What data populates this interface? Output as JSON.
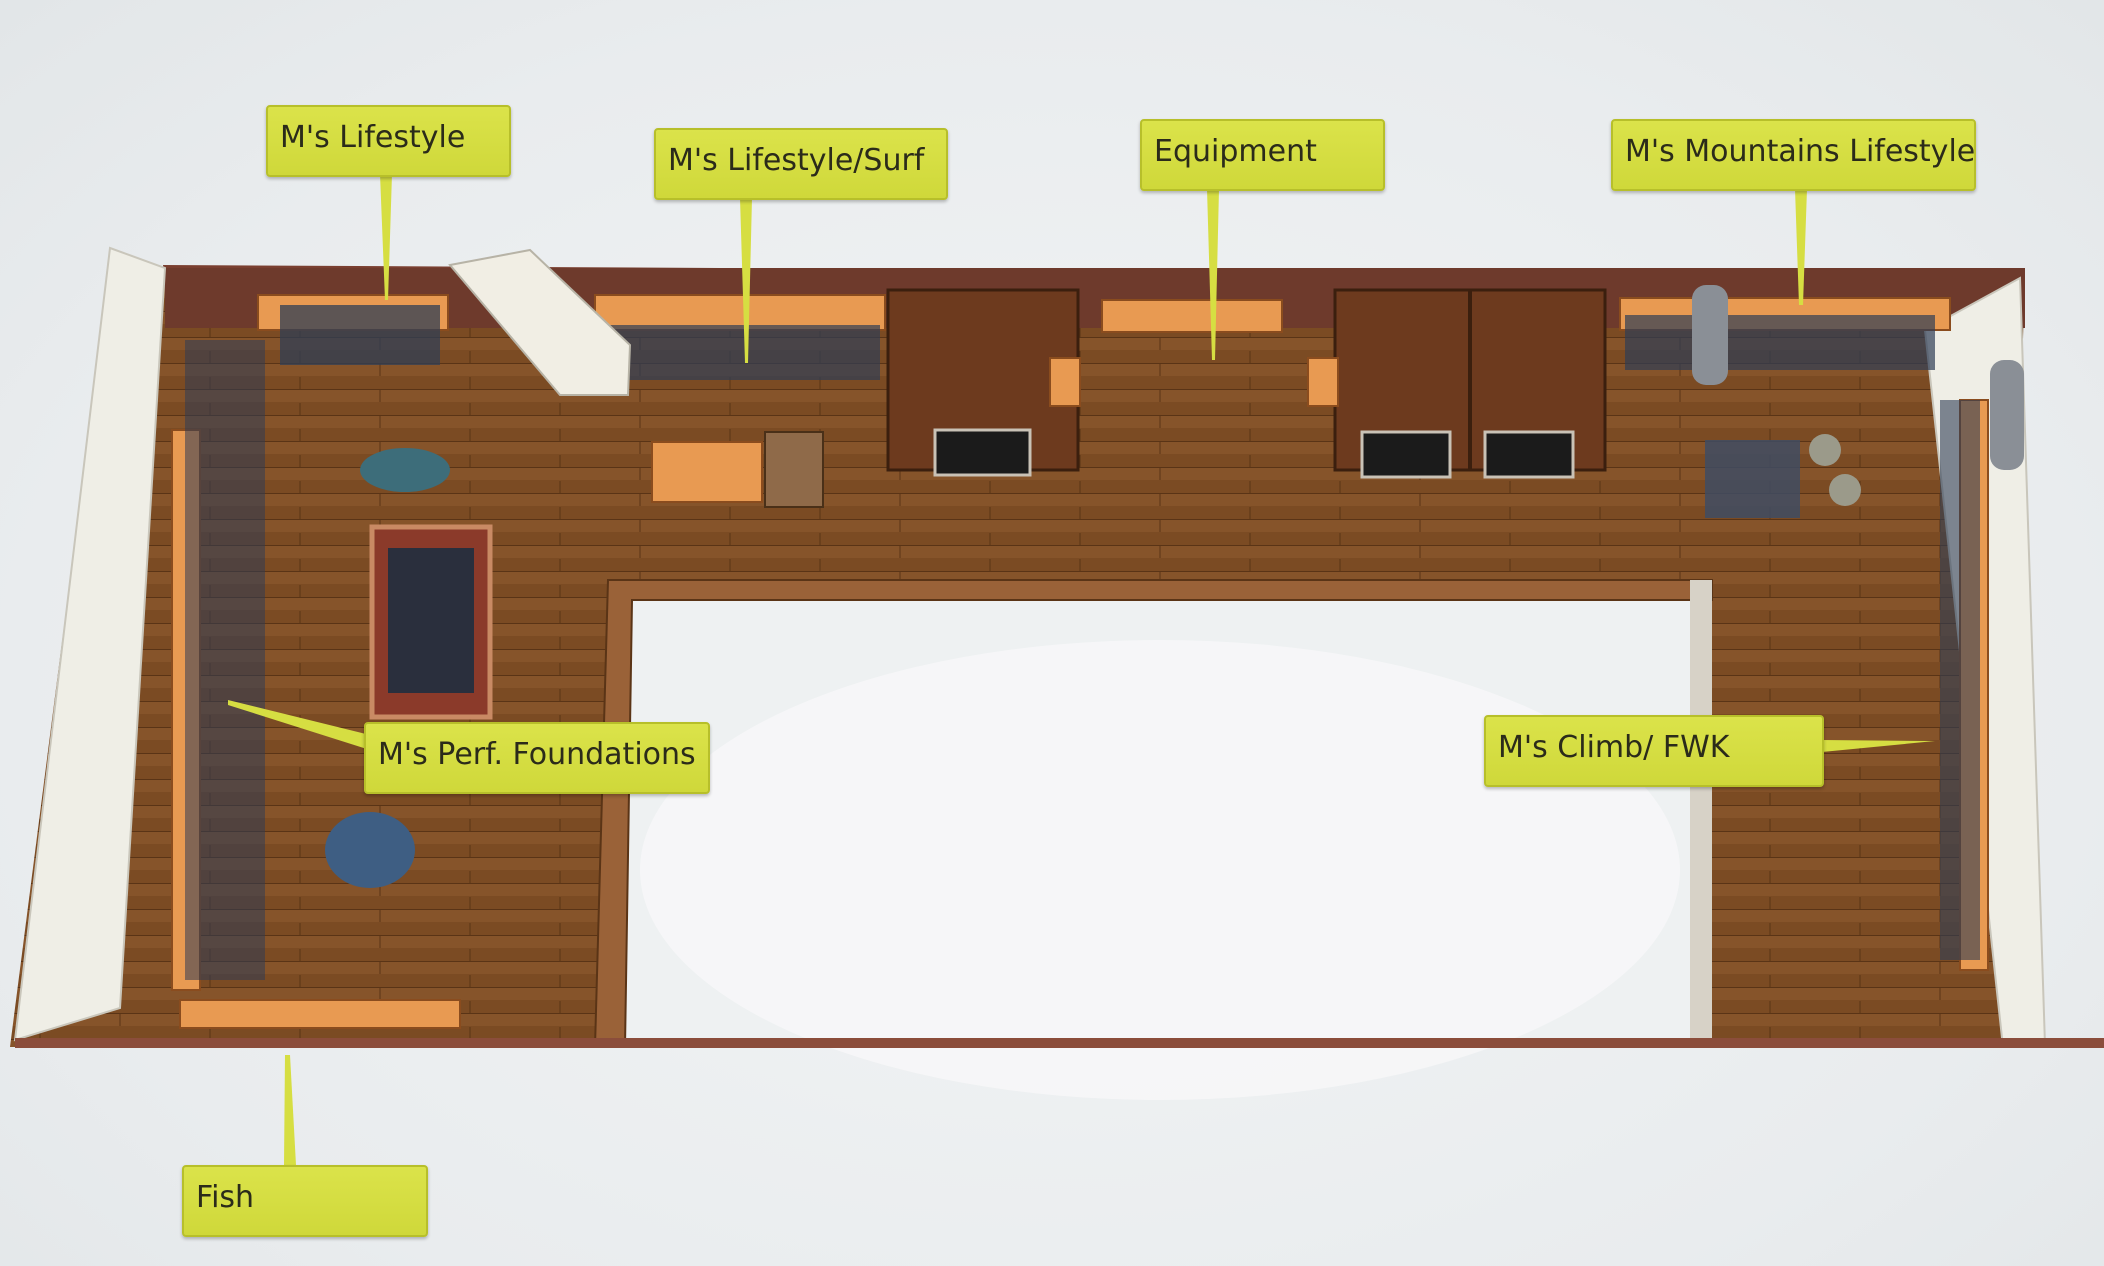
{
  "callouts": [
    {
      "id": "mens-lifestyle",
      "label": "M's Lifestyle"
    },
    {
      "id": "mens-lifestyle-surf",
      "label": "M's Lifestyle/Surf"
    },
    {
      "id": "equipment",
      "label": "Equipment"
    },
    {
      "id": "mens-mountains-lifestyle",
      "label": "M's Mountains Lifestyle"
    },
    {
      "id": "mens-perf-foundations",
      "label": "M's Perf. Foundations"
    },
    {
      "id": "mens-climb-fwk",
      "label": "M's Climb/ FWK"
    },
    {
      "id": "fish",
      "label": "Fish"
    }
  ],
  "colors": {
    "callout_fill": "#d6de42",
    "floor": "#7a4a22",
    "wall": "#6e3a2c",
    "fixture": "#e89a52"
  }
}
